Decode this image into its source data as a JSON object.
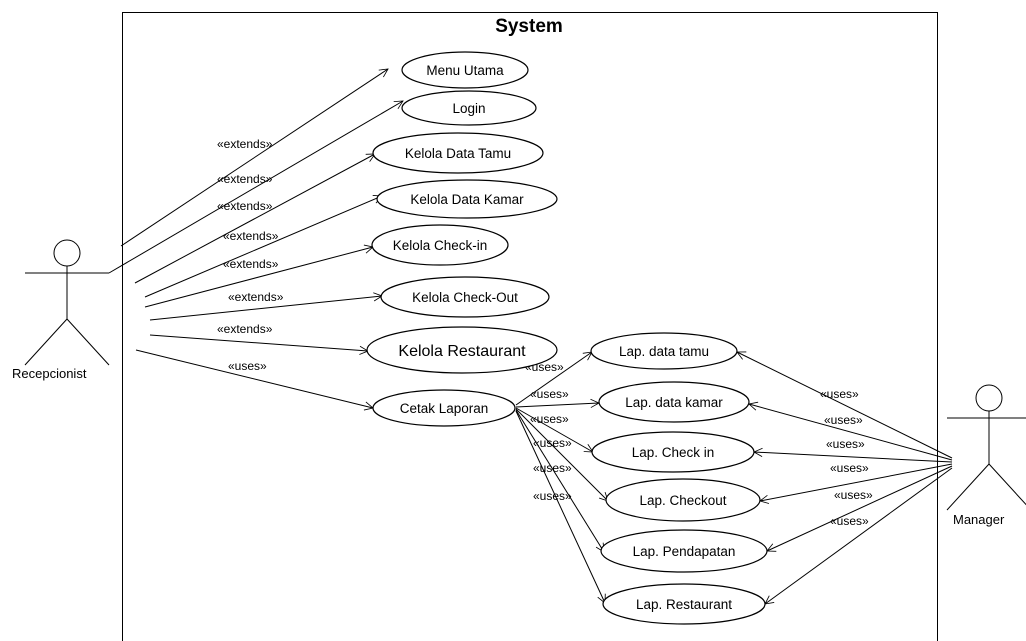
{
  "system": {
    "title": "System"
  },
  "actors": [
    {
      "id": "receptionist",
      "label": "Recepcionist"
    },
    {
      "id": "manager",
      "label": "Manager"
    }
  ],
  "use_cases": [
    {
      "id": "menu-utama",
      "label": "Menu Utama"
    },
    {
      "id": "login",
      "label": "Login"
    },
    {
      "id": "kelola-data-tamu",
      "label": "Kelola Data Tamu"
    },
    {
      "id": "kelola-data-kamar",
      "label": "Kelola Data Kamar"
    },
    {
      "id": "kelola-check-in",
      "label": "Kelola Check-in"
    },
    {
      "id": "kelola-check-out",
      "label": "Kelola Check-Out"
    },
    {
      "id": "kelola-restaurant",
      "label": "Kelola Restaurant"
    },
    {
      "id": "cetak-laporan",
      "label": "Cetak Laporan"
    },
    {
      "id": "lap-data-tamu",
      "label": "Lap. data tamu"
    },
    {
      "id": "lap-data-kamar",
      "label": "Lap. data kamar"
    },
    {
      "id": "lap-check-in",
      "label": "Lap. Check in"
    },
    {
      "id": "lap-checkout",
      "label": "Lap. Checkout"
    },
    {
      "id": "lap-pendapatan",
      "label": "Lap. Pendapatan"
    },
    {
      "id": "lap-restaurant",
      "label": "Lap. Restaurant"
    }
  ],
  "relations": [
    {
      "from": "receptionist",
      "to": "menu-utama",
      "label": "«extends»"
    },
    {
      "from": "receptionist",
      "to": "login",
      "label": "«extends»"
    },
    {
      "from": "receptionist",
      "to": "kelola-data-tamu",
      "label": "«extends»"
    },
    {
      "from": "receptionist",
      "to": "kelola-data-kamar",
      "label": "«extends»"
    },
    {
      "from": "receptionist",
      "to": "kelola-check-in",
      "label": "«extends»"
    },
    {
      "from": "receptionist",
      "to": "kelola-check-out",
      "label": "«extends»"
    },
    {
      "from": "receptionist",
      "to": "kelola-restaurant",
      "label": "«extends»"
    },
    {
      "from": "receptionist",
      "to": "cetak-laporan",
      "label": "«uses»"
    },
    {
      "from": "cetak-laporan",
      "to": "lap-data-tamu",
      "label": "«uses»"
    },
    {
      "from": "cetak-laporan",
      "to": "lap-data-kamar",
      "label": "«uses»"
    },
    {
      "from": "cetak-laporan",
      "to": "lap-check-in",
      "label": "«uses»"
    },
    {
      "from": "cetak-laporan",
      "to": "lap-checkout",
      "label": "«uses»"
    },
    {
      "from": "cetak-laporan",
      "to": "lap-pendapatan",
      "label": "«uses»"
    },
    {
      "from": "cetak-laporan",
      "to": "lap-restaurant",
      "label": "«uses»"
    },
    {
      "from": "manager",
      "to": "lap-data-tamu",
      "label": "«uses»"
    },
    {
      "from": "manager",
      "to": "lap-data-kamar",
      "label": "«uses»"
    },
    {
      "from": "manager",
      "to": "lap-check-in",
      "label": "«uses»"
    },
    {
      "from": "manager",
      "to": "lap-checkout",
      "label": "«uses»"
    },
    {
      "from": "manager",
      "to": "lap-pendapatan",
      "label": "«uses»"
    },
    {
      "from": "manager",
      "to": "lap-restaurant",
      "label": "«uses»"
    }
  ]
}
